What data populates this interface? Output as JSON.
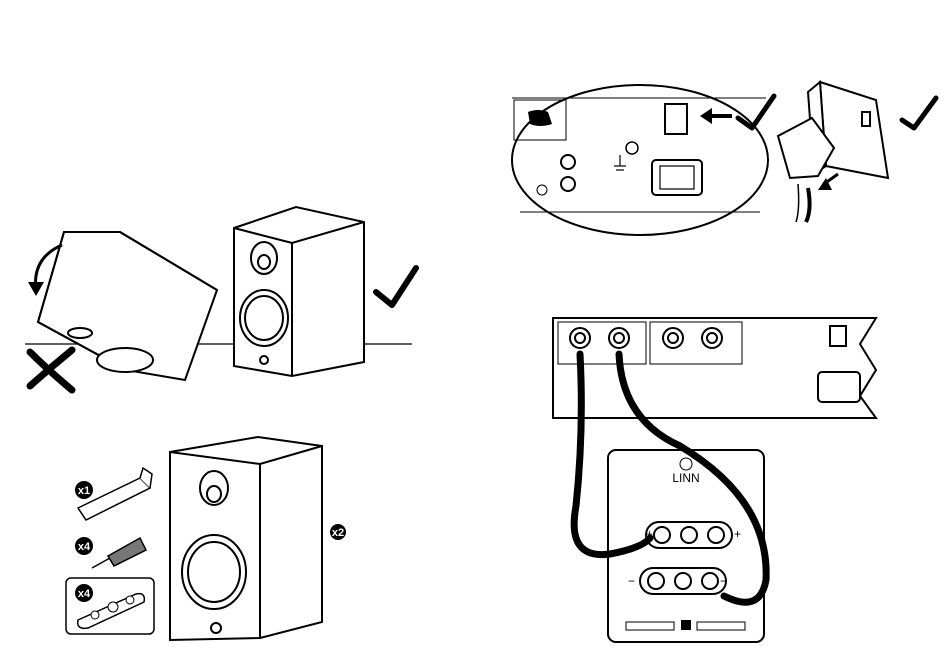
{
  "quantities": {
    "speaker_count": "x2",
    "spanner_count": "x1",
    "spike_count": "x4",
    "plate_count": "x4"
  },
  "brand": "LINN",
  "terminal_signs": {
    "plus": "+",
    "minus": "−"
  }
}
